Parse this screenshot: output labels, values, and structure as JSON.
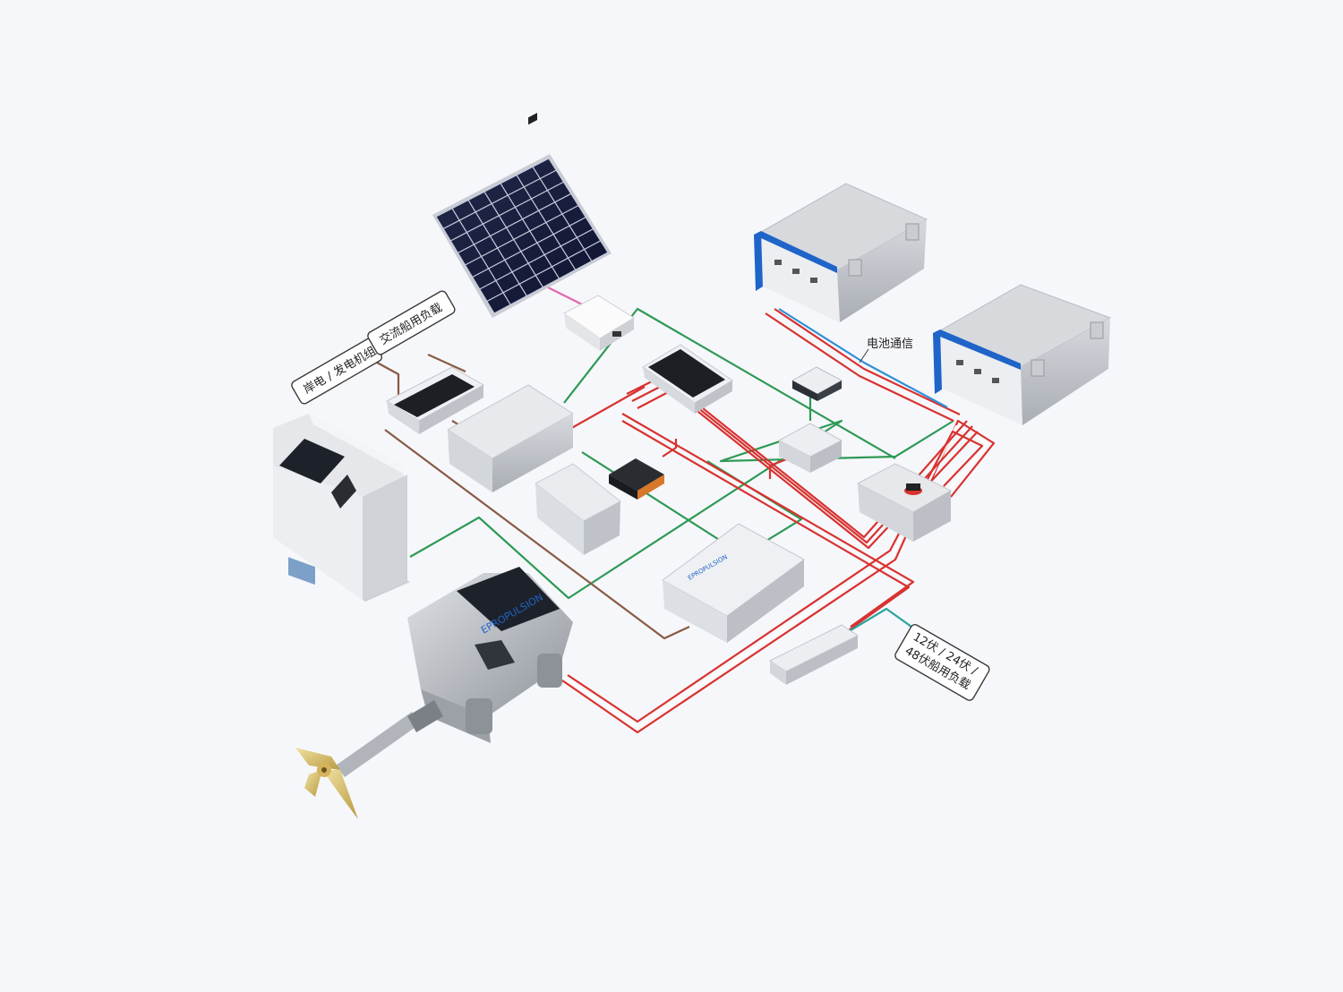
{
  "labels": {
    "shore_power": "岸电 / 发电机组",
    "ac_loads": "交流船用负载",
    "battery_comm": "电池通信",
    "dc_loads_line1": "12伏 / 24伏 /",
    "dc_loads_line2": "48伏船用负载"
  },
  "brand": {
    "name": "EPROPULSION",
    "small": "EPROPULSION"
  },
  "colors": {
    "background": "#f6f7fb",
    "power_dc": "#d8322f",
    "can_bus": "#2e9a55",
    "ac_power": "#8a5a44",
    "battery_comm": "#2f8fd8",
    "solar": "#e06aa8",
    "dc_output": "#2aa5a0",
    "accent_blue": "#1f64c8"
  },
  "icons": [
    "solar-panel-icon",
    "propeller-icon",
    "epropulsion-logo-icon"
  ]
}
